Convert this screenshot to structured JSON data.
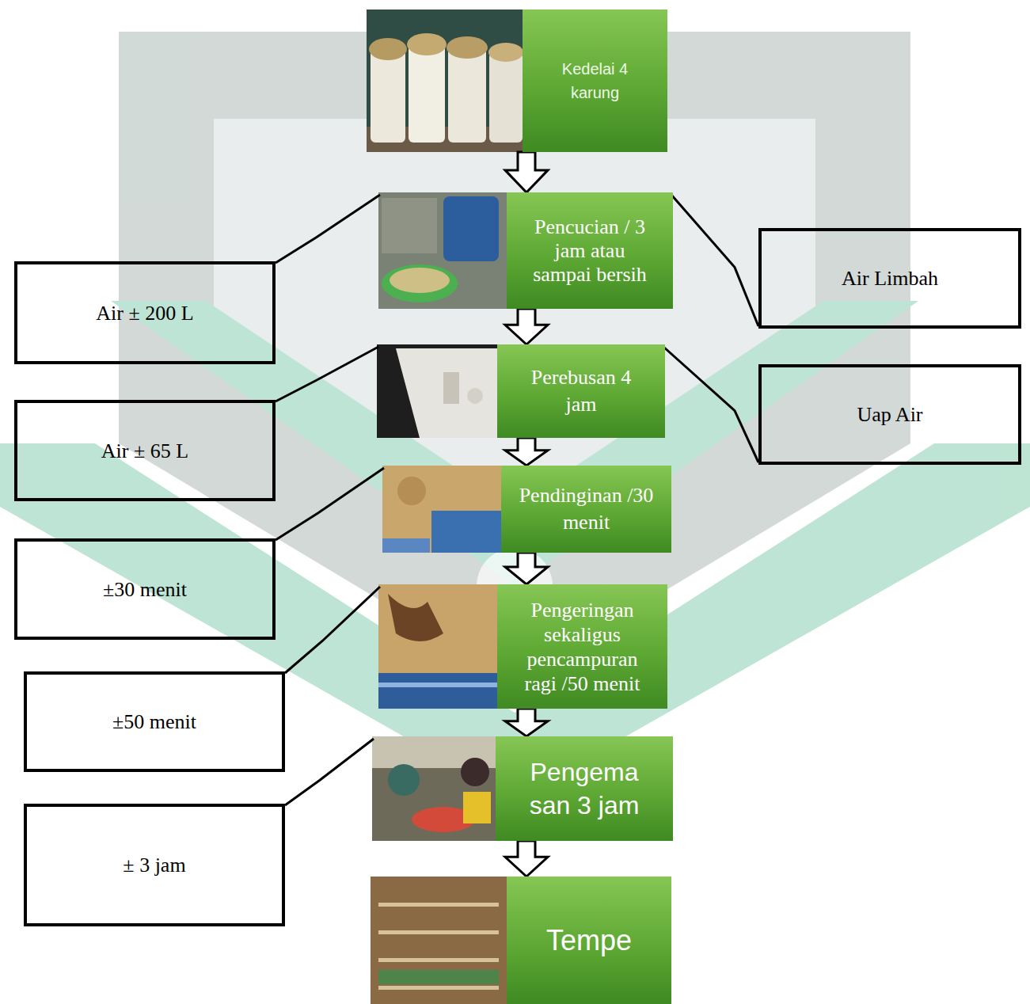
{
  "diagram": {
    "nodes": [
      {
        "text": [
          "Kedelai 4 karung"
        ]
      },
      {
        "text": [
          "Air ± 200 L"
        ]
      },
      {
        "text": [
          "Pencucian / 3 jam atau sampai bersih"
        ]
      },
      {
        "text": [
          "Air Limbah"
        ]
      },
      {
        "text": [
          "Air ± 65 L"
        ]
      },
      {
        "text": [
          "Perebusan 4 jam"
        ]
      },
      {
        "text": [
          "Uap Air"
        ]
      },
      {
        "text": [
          "±30 menit"
        ]
      },
      {
        "text": [
          "Pendinginan /30 menit"
        ]
      },
      {
        "text": [
          "±50 menit"
        ]
      },
      {
        "text": [
          "Pengeringan sekaligus pencampuran ragi /50 menit"
        ]
      },
      {
        "text": [
          "± 3 jam"
        ]
      },
      {
        "text": [
          "Pengema san 3 jam"
        ]
      },
      {
        "text": [
          "Tempe"
        ]
      }
    ],
    "edges": [
      {
        "from": 0,
        "to": 2,
        "arrow": "to"
      },
      {
        "from": 2,
        "to": 5,
        "arrow": "to"
      },
      {
        "from": 5,
        "to": 8,
        "arrow": "to"
      },
      {
        "from": 8,
        "to": 10,
        "arrow": "to"
      },
      {
        "from": 10,
        "to": 12,
        "arrow": "to"
      },
      {
        "from": 12,
        "to": 13,
        "arrow": "to"
      },
      {
        "from": 1,
        "to": 2,
        "arrow": "none"
      },
      {
        "from": 2,
        "to": 3,
        "arrow": "none"
      },
      {
        "from": 4,
        "to": 5,
        "arrow": "none"
      },
      {
        "from": 5,
        "to": 6,
        "arrow": "none"
      },
      {
        "from": 7,
        "to": 8,
        "arrow": "none"
      },
      {
        "from": 9,
        "to": 10,
        "arrow": "none"
      },
      {
        "from": 11,
        "to": 12,
        "arrow": "none"
      }
    ]
  }
}
